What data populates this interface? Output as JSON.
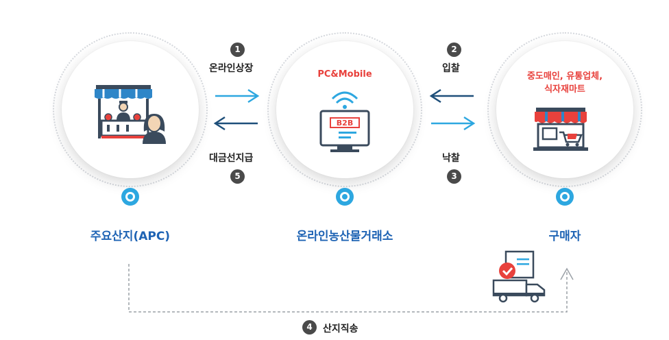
{
  "nodes": {
    "left": {
      "label": "주요산지(APC)"
    },
    "center": {
      "label": "온라인농산물거래소",
      "tag": "PC&Mobile",
      "screen_label": "B2B"
    },
    "right": {
      "label": "구매자",
      "tag_line1": "중도매인, 유통업체,",
      "tag_line2": "식자재마트"
    }
  },
  "steps": [
    {
      "number": "1",
      "label": "온라인상장"
    },
    {
      "number": "2",
      "label": "입찰"
    },
    {
      "number": "3",
      "label": "낙찰"
    },
    {
      "number": "4",
      "label": "산지직송"
    },
    {
      "number": "5",
      "label": "대금선지급"
    }
  ],
  "colors": {
    "arrow_light": "#2da7e0",
    "arrow_dark": "#1e4f7a",
    "label_blue": "#1e63b4",
    "accent_red": "#e8413c",
    "badge": "#4a4a4a"
  },
  "icons": {
    "left": "market-stall-vendor-icon",
    "center": "b2b-monitor-wifi-icon",
    "right": "shop-cart-icon",
    "delivery": "delivery-truck-checklist-icon"
  }
}
